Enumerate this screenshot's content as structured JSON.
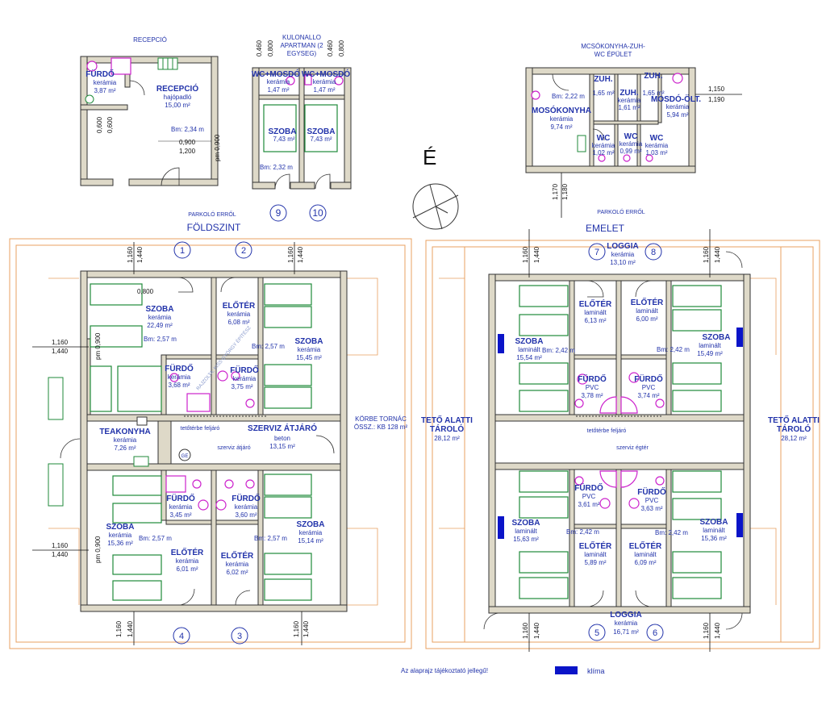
{
  "headers": {
    "recepcio": "RECEPCIÓ",
    "kulonallo": [
      "KULONALLO",
      "APARTMAN (2",
      "EGYSEG)"
    ],
    "mosokonyha": [
      "MCSÓKONYHA-ZUH-",
      "WC ÉPÜLET"
    ],
    "foldszint": "FÖLDSZINT",
    "emelet": "EMELET",
    "parkolo1": "PARKOLÓ ERRŐL",
    "parkolo2": "PARKOLÓ ERRŐL",
    "north": "É"
  },
  "recepcio": {
    "furdo": {
      "name": "FÜRDŐ",
      "mat": "kerámia",
      "area": "3,87 m²"
    },
    "rec": {
      "name": "RECEPCIÓ",
      "mat": "hajópadló",
      "area": "15,00 m²"
    },
    "bm": "Bm: 2,34 m",
    "dims": [
      "0,900",
      "1,200",
      "0,600",
      "0,600",
      "pm 0,900"
    ]
  },
  "apartman": {
    "wc1": {
      "name": "WC+MOSDÓ",
      "mat": "kerámia",
      "area": "1,47 m²"
    },
    "wc2": {
      "name": "WC+MOSDÓ",
      "mat": "kerámia",
      "area": "1,47 m²"
    },
    "szoba1": {
      "name": "SZOBA",
      "area": "7,43 m²"
    },
    "szoba2": {
      "name": "SZOBA",
      "area": "7,43 m²"
    },
    "bm": "Bm: 2,32 m",
    "nums": [
      "9",
      "10"
    ],
    "dims": [
      "0,460",
      "0,800",
      "0,460",
      "0,800"
    ]
  },
  "mosok": {
    "mosokonyha": {
      "name": "MOSÓKONYHA",
      "mat": "kerámia",
      "area": "9,74 m²"
    },
    "bm": "Bm: 2,22 m",
    "zuh1": {
      "name": "ZUH.",
      "area": "1,65 m²"
    },
    "zuh2": {
      "name": "ZUH.",
      "mat": "kerámia",
      "area": "1,61 m²"
    },
    "zuh3": {
      "name": "ZUH.",
      "area": "1,65 m²"
    },
    "wc1": {
      "name": "WC",
      "mat": "kerámia",
      "area": "1,02 m²"
    },
    "wc2": {
      "name": "WC",
      "mat": "kerámia",
      "area": "0,99 m²"
    },
    "wc3": {
      "name": "WC",
      "mat": "kerámia",
      "area": "1,03 m²"
    },
    "mosdo": {
      "name": "MOSDÓ-ÖLT.",
      "mat": "kerámia",
      "area": "5,94 m²"
    },
    "dims": [
      "1,150",
      "1,190",
      "1,170",
      "1,180"
    ]
  },
  "ground": {
    "szobaNW": {
      "name": "SZOBA",
      "mat": "kerámia",
      "area": "22,49 m²",
      "bm": "Bm: 2,57 m"
    },
    "eloterN": {
      "name": "ELŐTÉR",
      "mat": "kerámia",
      "area": "6,08 m²"
    },
    "szobaNE": {
      "name": "SZOBA",
      "mat": "kerámia",
      "area": "15,45 m²",
      "bm": "Bm: 2,57 m"
    },
    "furdoNW": {
      "name": "FÜRDŐ",
      "mat": "kerámia",
      "area": "3,68 m²"
    },
    "furdoN": {
      "name": "FÜRDŐ",
      "mat": "kerámia",
      "area": "3,75 m²"
    },
    "teakonyha": {
      "name": "TEAKONYHA",
      "mat": "kerámia",
      "area": "7,26 m²"
    },
    "szerviz": {
      "name": "SZERVIZ ÁTJÁRÓ",
      "mat": "beton",
      "area": "13,15 m²"
    },
    "felulvilagito": "tetőtérbe feljáró",
    "szervizAtjaro": "szerviz átjáró",
    "korbe": [
      "KÖRBE TORNÁC",
      "ÖSSZ.: KB 128 m²"
    ],
    "furdoSW": {
      "name": "FÜRDŐ",
      "mat": "kerámia",
      "area": "3,45 m²"
    },
    "furdoS": {
      "name": "FÜRDŐ",
      "mat": "kerámia",
      "area": "3,60 m²"
    },
    "szobaSW": {
      "name": "SZOBA",
      "mat": "kerámia",
      "area": "15,36 m²",
      "bm": "Bm: 2,57 m"
    },
    "szobaSE": {
      "name": "SZOBA",
      "mat": "kerámia",
      "area": "15,14 m²",
      "bm": "Bm: 2,57 m"
    },
    "eloterSW": {
      "name": "ELŐTÉR",
      "mat": "kerámia",
      "area": "6,01 m²"
    },
    "eloterSE": {
      "name": "ELŐTÉR",
      "mat": "kerámia",
      "area": "6,02 m²"
    },
    "nums": [
      "1",
      "2",
      "4",
      "3"
    ],
    "ge": "GE",
    "watermark": "RAJZOLTA: KISS GYÖRGY ÉPÍTÉSZ",
    "dims": [
      "1,160",
      "1,440",
      "1,160",
      "1,440",
      "1,160",
      "1,440",
      "1,160",
      "1,440",
      "1,160",
      "1,440",
      "1,160",
      "1,440",
      "pm 0,900",
      "pm 0,900",
      "0,800"
    ]
  },
  "upper": {
    "loggiaN": {
      "name": "LOGGIA",
      "mat": "kerámia",
      "area": "13,10 m²"
    },
    "eloterNW": {
      "name": "ELŐTÉR",
      "mat": "laminált",
      "area": "6,13 m²"
    },
    "eloterNE": {
      "name": "ELŐTÉR",
      "mat": "laminált",
      "area": "6,00 m²"
    },
    "szobaNW": {
      "name": "SZOBA",
      "mat": "laminált",
      "area": "15,54 m²",
      "bm": "Bm: 2,42 m"
    },
    "szobaNE": {
      "name": "SZOBA",
      "mat": "laminált",
      "area": "15,49 m²",
      "bm": "Bm: 2,42 m"
    },
    "furdoNW": {
      "name": "FÜRDŐ",
      "mat": "PVC",
      "area": "3,78 m²"
    },
    "furdoNE": {
      "name": "FÜRDŐ",
      "mat": "PVC",
      "area": "3,74 m²"
    },
    "teto1": {
      "name": [
        "TETŐ ALATTI",
        "TÁROLÓ"
      ],
      "area": "28,12 m²"
    },
    "teto2": {
      "name": [
        "TETŐ ALATTI",
        "TÁROLÓ"
      ],
      "area": "28,12 m²"
    },
    "felulvilagito": "tetőtérbe feljáró",
    "szervizEgter": "szerviz égtér",
    "furdoSW": {
      "name": "FÜRDŐ",
      "mat": "PVC",
      "area": "3,61 m²"
    },
    "furdoSE": {
      "name": "FÜRDŐ",
      "mat": "PVC",
      "area": "3,63 m²"
    },
    "szobaSW": {
      "name": "SZOBA",
      "mat": "laminált",
      "area": "15,63 m²",
      "bm": "Bm: 2,42 m"
    },
    "szobaSE": {
      "name": "SZOBA",
      "mat": "laminált",
      "area": "15,36 m²",
      "bm": "Bm: 2,42 m"
    },
    "eloterSW": {
      "name": "ELŐTÉR",
      "mat": "laminált",
      "area": "5,89 m²"
    },
    "eloterSE": {
      "name": "ELŐTÉR",
      "mat": "laminált",
      "area": "6,09 m²"
    },
    "loggiaS": {
      "name": "LOGGIA",
      "mat": "kerámia",
      "area": "16,71 m²"
    },
    "nums": [
      "7",
      "8",
      "5",
      "6"
    ],
    "dims": [
      "1,160",
      "1,440",
      "1,160",
      "1,440",
      "1,160",
      "1,440",
      "1,160",
      "1,440"
    ]
  },
  "footer": {
    "note": "Az alaprajz tájékoztató jellegű!",
    "legend": "klíma"
  },
  "colors": {
    "wall": "#ded9c8",
    "wallStroke": "#333333",
    "bed": "#1f8a3a",
    "sanitary": "#cc22cc",
    "text": "#2233aa",
    "terrace": "#e8a060",
    "klima": "#0a14c8"
  }
}
